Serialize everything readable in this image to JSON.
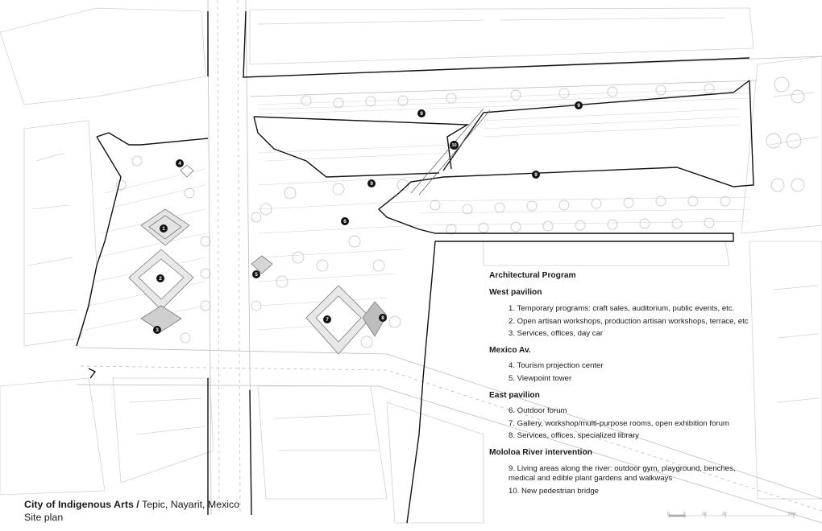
{
  "caption": {
    "title": "City of Indigenous Arts /",
    "location": " Tepic, Nayarit, Mexico",
    "subtitle": "Site plan"
  },
  "legend": {
    "heading": "Architectural Program",
    "sections": [
      {
        "title": "West pavilion",
        "items": [
          "1. Temporary programs: craft sales, auditorium, public events, etc.",
          "2. Open artisan workshops, production artisan workshops, terrace, etc",
          "3. Services, offices, day car"
        ]
      },
      {
        "title": "Mexico Av.",
        "items": [
          "4. Tourism projection center",
          "5. Viewpoint tower"
        ]
      },
      {
        "title": "East pavilion",
        "items": [
          "6. Outdoor forum",
          "7. Gallery, workshop/multi-purpose rooms, open exhibition forum",
          "8. Services, offices, specialized library"
        ]
      },
      {
        "title": "Mololoa River intervention",
        "items": [
          "9. Living areas along the river: outdoor gym, playground, benches, medical and edible plant gardens and walkways",
          "10. New pedestrian bridge"
        ]
      }
    ]
  },
  "markers": [
    "1",
    "2",
    "3",
    "4",
    "5",
    "6",
    "7",
    "8",
    "9",
    "9",
    "9",
    "9",
    "10"
  ],
  "scale": {
    "ticks": [
      "0",
      "5",
      "10",
      "20"
    ],
    "end": "50m"
  },
  "colors": {
    "line": "#c8c8c8",
    "outline": "#111111",
    "marker": "#111111"
  }
}
